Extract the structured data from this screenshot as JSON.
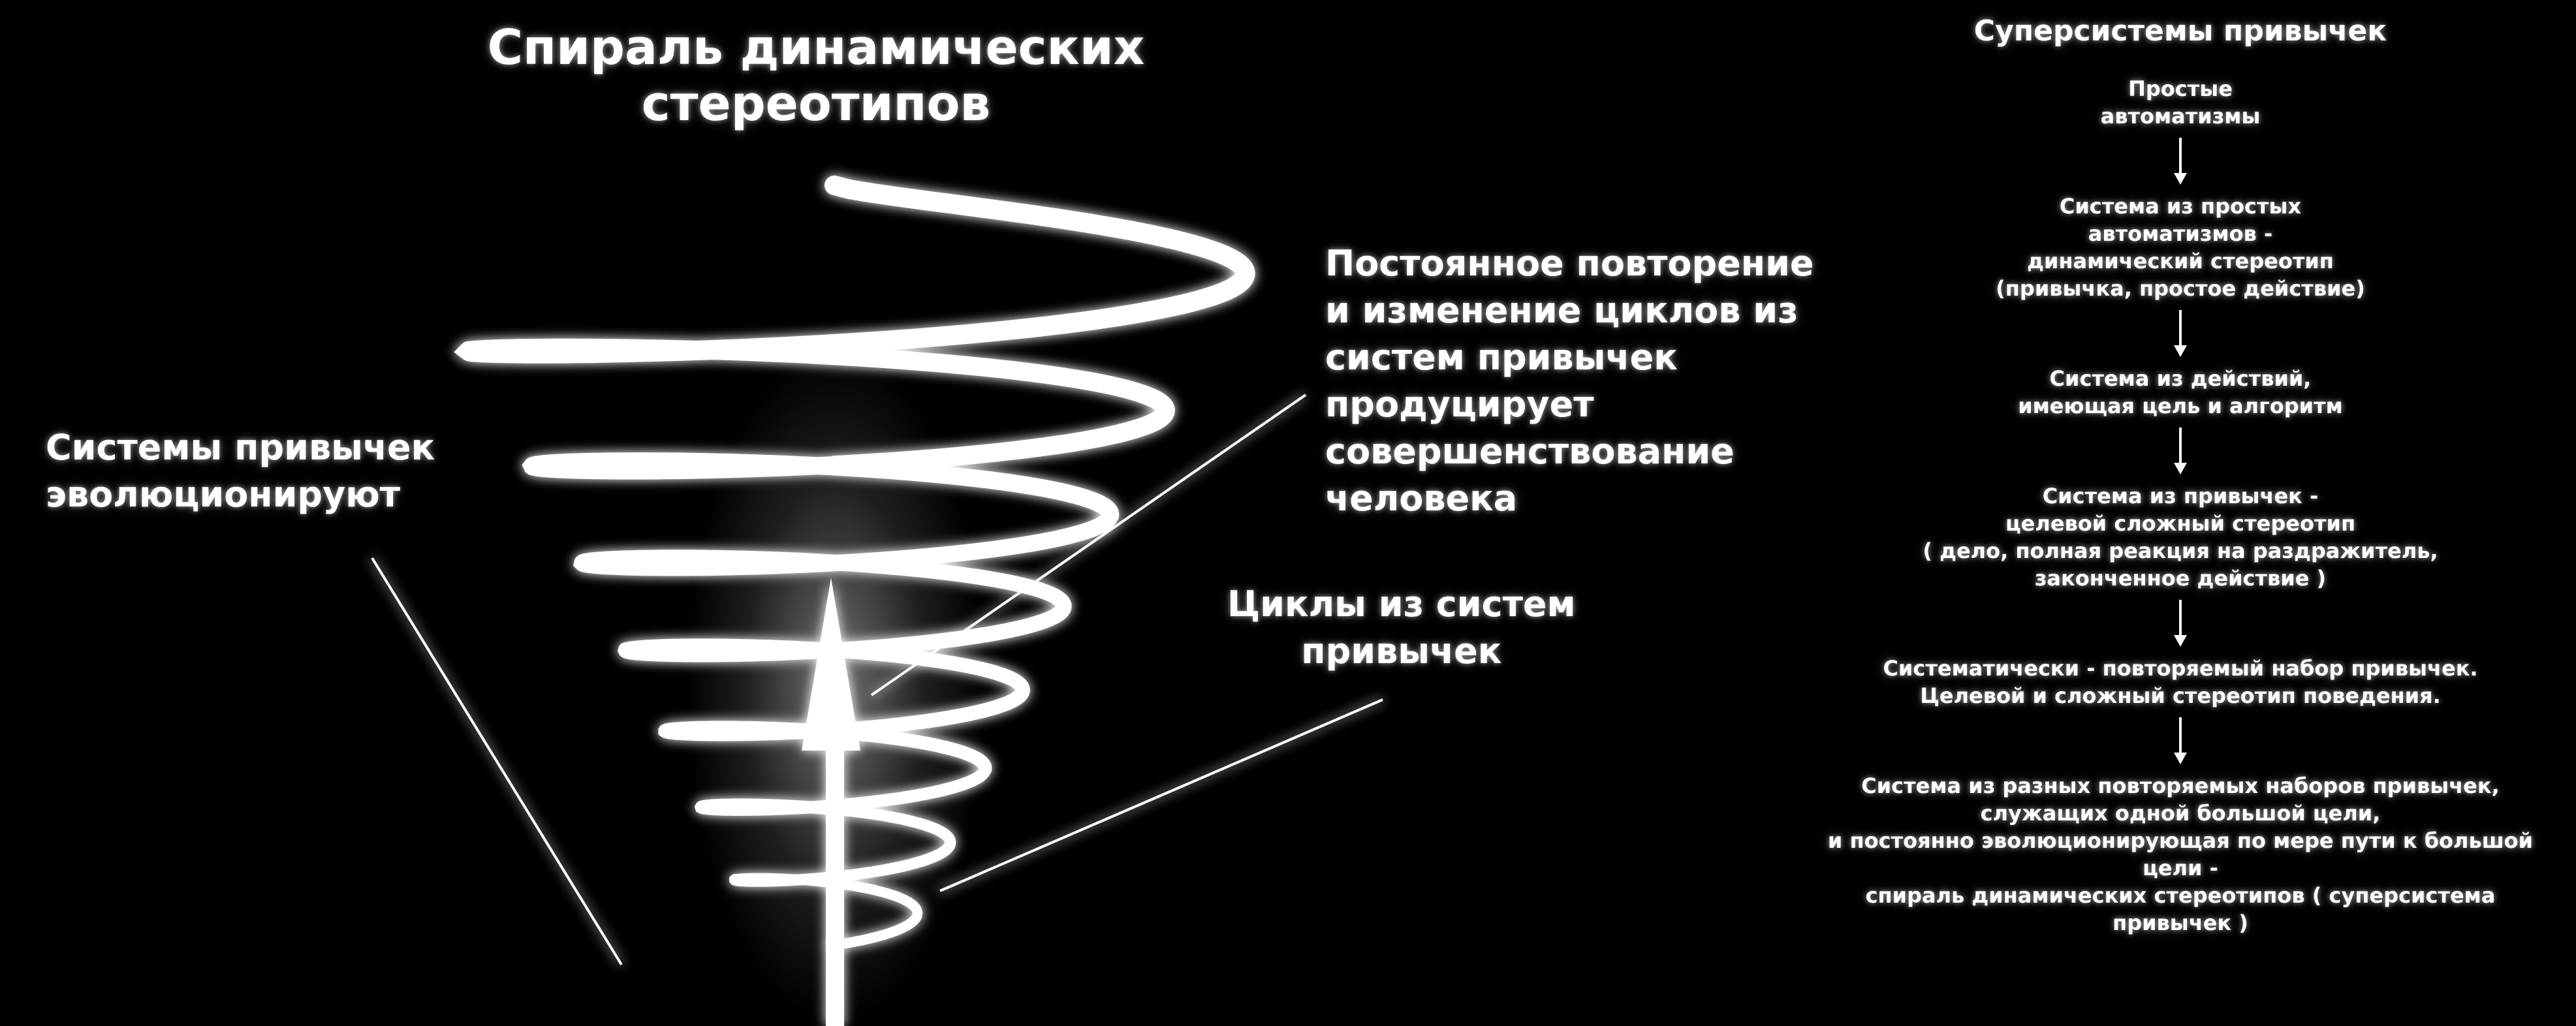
{
  "title": "Спираль динамических стереотипов",
  "labels": {
    "left": "Системы привычек\nэволюционируют",
    "top_right": "Постоянное повторение\nи изменение циклов из\nсистем привычек\nпродуцирует\nсовершенствование\nчеловека",
    "bottom_right": "Циклы из систем\nпривычек"
  },
  "hierarchy": {
    "title": "Суперсистемы привычек",
    "steps": [
      "Простые\nавтоматизмы",
      "Система из простых\nавтоматизмов -\nдинамический стереотип\n(привычка, простое действие)",
      "Система из действий,\nимеющая цель и алгоритм",
      "Система из привычек -\nцелевой сложный стереотип\n( дело, полная реакция на раздражитель,\nзаконченное действие )",
      "Систематически - повторяемый набор привычек.\nЦелевой и сложный стереотип поведения.",
      "Система из разных повторяемых наборов привычек,\nслужащих одной большой цели,\nи постоянно эволюционирующая по мере пути к большой цели  -\nспираль динамических стереотипов ( суперсистема привычек )"
    ]
  },
  "colors": {
    "background": "#000000",
    "foreground": "#ffffff"
  }
}
